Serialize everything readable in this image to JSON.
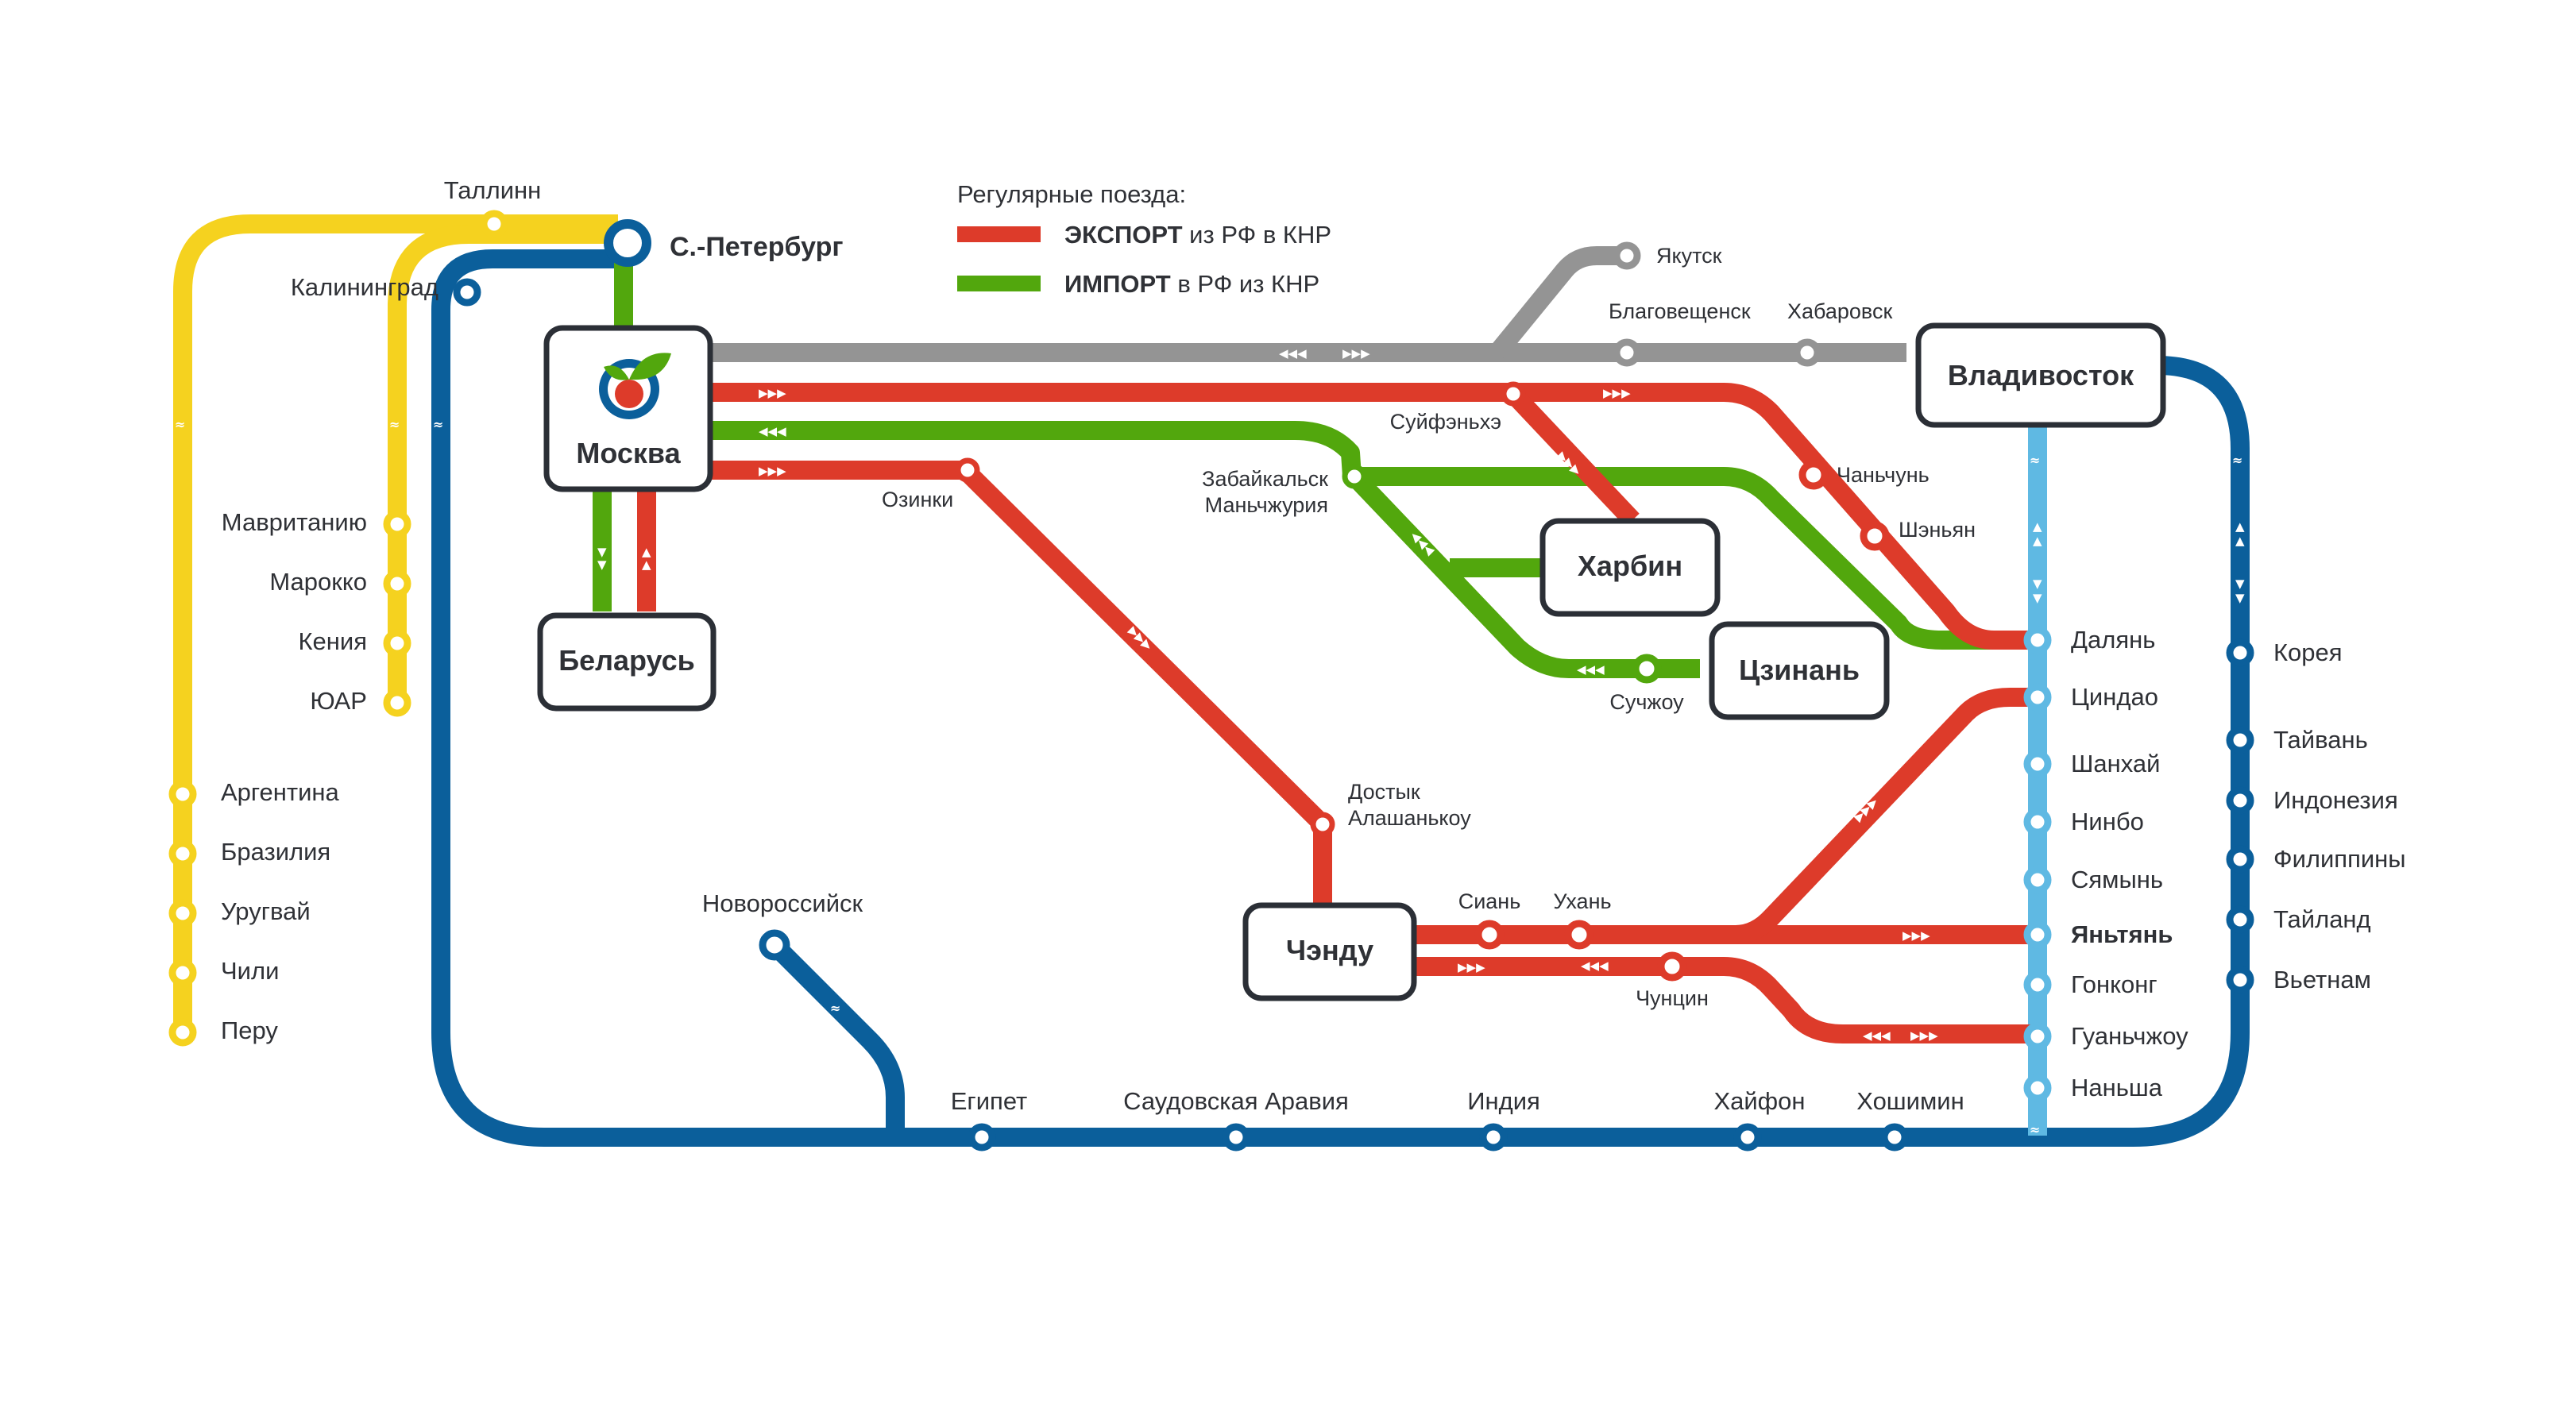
{
  "legend": {
    "title": "Регулярные поезда:",
    "export": {
      "bold": "ЭКСПОРТ",
      "rest": " из РФ в КНР",
      "color": "#dd3b2a"
    },
    "import": {
      "bold": "ИМПОРТ",
      "rest": " в РФ из КНР",
      "color": "#52a70d"
    }
  },
  "colors": {
    "yellow": "#f5d21f",
    "blue": "#0b5f9b",
    "gray": "#949494",
    "red": "#dd3b2a",
    "green": "#52a70d",
    "lightblue": "#5fb9e3"
  },
  "hubs": {
    "moscow": "Москва",
    "belarus": "Беларусь",
    "harbin": "Харбин",
    "jinan": "Цзинань",
    "vladivostok": "Владивосток",
    "chengdu": "Чэнду"
  },
  "stations": {
    "tallinn": "Таллинн",
    "spb": "С.-Петербург",
    "kaliningrad": "Калининград",
    "mauritania": "Мавританию",
    "morocco": "Марокко",
    "kenya": "Кения",
    "sar": "ЮАР",
    "argentina": "Аргентина",
    "brazil": "Бразилия",
    "uruguay": "Уругвай",
    "chile": "Чили",
    "peru": "Перу",
    "yakutsk": "Якутск",
    "blagoveshchensk": "Благовещенск",
    "khabarovsk": "Хабаровск",
    "suifenhe": "Суйфэньхэ",
    "zabaikalsk1": "Забайкальск",
    "zabaikalsk2": "Маньчжурия",
    "ozinki": "Озинки",
    "changchun": "Чаньчунь",
    "shenyang": "Шэньян",
    "suzhou": "Сучжоу",
    "dostyk1": "Достык",
    "dostyk2": "Алашанькоу",
    "xian": "Сиань",
    "wuhan": "Ухань",
    "chongqing": "Чунцин",
    "dalian": "Далянь",
    "qingdao": "Циндао",
    "shanghai": "Шанхай",
    "ningbo": "Нинбо",
    "xiamen": "Сямынь",
    "yantian": "Яньтянь",
    "hongkong": "Гонконг",
    "guangzhou": "Гуаньчжоу",
    "nansha": "Наньша",
    "korea": "Корея",
    "taiwan": "Тайвань",
    "indonesia": "Индонезия",
    "philippines": "Филиппины",
    "thailand": "Тайланд",
    "vietnam": "Вьетнам",
    "novorossiysk": "Новороссийск",
    "egypt": "Египет",
    "saudi": "Саудовская Аравия",
    "india": "Индия",
    "haiphong": "Хайфон",
    "hochiminh": "Хошимин"
  }
}
